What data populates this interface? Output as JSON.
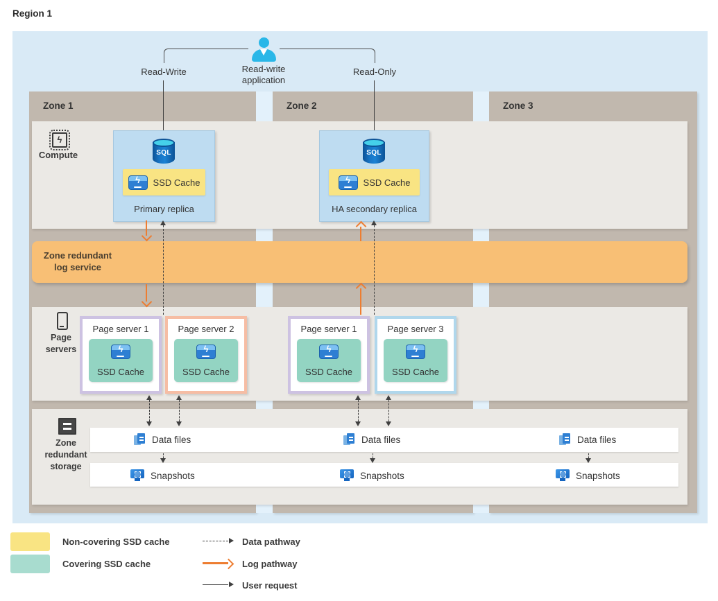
{
  "region": {
    "label": "Region 1"
  },
  "app": {
    "label": "Read-write application",
    "read_write": "Read-Write",
    "read_only": "Read-Only"
  },
  "zones": {
    "z1": "Zone 1",
    "z2": "Zone 2",
    "z3": "Zone 3"
  },
  "row_labels": {
    "compute": "Compute",
    "log_line1": "Zone redundant",
    "log_line2": "log service",
    "page_servers_line1": "Page",
    "page_servers_line2": "servers",
    "storage_line1": "Zone",
    "storage_line2": "redundant",
    "storage_line3": "storage"
  },
  "compute": {
    "primary": {
      "name": "Primary replica",
      "cache_label": "SSD Cache",
      "db_label": "SQL"
    },
    "ha": {
      "name": "HA secondary replica",
      "cache_label": "SSD Cache",
      "db_label": "SQL"
    }
  },
  "page_servers": [
    {
      "name": "Page server 1",
      "cache_label": "SSD Cache",
      "border": "lavender"
    },
    {
      "name": "Page server 2",
      "cache_label": "SSD Cache",
      "border": "peach"
    },
    {
      "name": "Page server 1",
      "cache_label": "SSD Cache",
      "border": "lavender"
    },
    {
      "name": "Page server 3",
      "cache_label": "SSD Cache",
      "border": "lightblue"
    }
  ],
  "storage": {
    "data_files": "Data files",
    "snapshots": "Snapshots"
  },
  "legend": {
    "noncovering": "Non-covering SSD cache",
    "covering": "Covering SSD cache",
    "data_pathway": "Data pathway",
    "log_pathway": "Log pathway",
    "user_request": "User request"
  },
  "icons": {
    "application": "person-icon",
    "database": "sql-database-icon",
    "cache": "ssd-drive-icon",
    "compute": "chip-icon",
    "page_servers": "server-icon",
    "storage": "storage-stack-icon",
    "data_files": "files-icon",
    "snapshots": "snapshot-monitor-icon"
  },
  "colors": {
    "noncovering_cache": "#f9e483",
    "covering_cache": "#93d4c2",
    "log_pathway": "#ed7d31",
    "data_pathway": "#404040",
    "user_request": "#404040",
    "region_bg": "#d9eaf6",
    "zone_bg": "#c1b8ae",
    "band_bg": "#ebe9e5",
    "log_band_bg": "#f8bf75",
    "replica_bg": "#bedcf1"
  }
}
